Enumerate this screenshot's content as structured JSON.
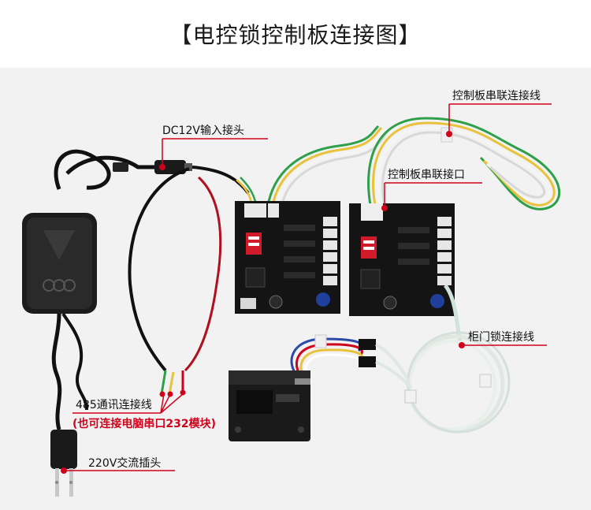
{
  "title": "【电控锁控制板连接图】",
  "labels": {
    "dc_input": "DC12V输入接头",
    "cascade_cable": "控制板串联连接线",
    "cascade_port": "控制板串联接口",
    "cabinet_lock_cable": "柜门锁连接线",
    "rs485_cable": "485通讯连接线",
    "rs485_note": "(也可连接电脑串口232模块)",
    "ac_plug": "220V交流插头"
  },
  "colors": {
    "annotation_red": "#d0021b",
    "board_black": "#141414",
    "background_gray": "#f2f2f2"
  }
}
